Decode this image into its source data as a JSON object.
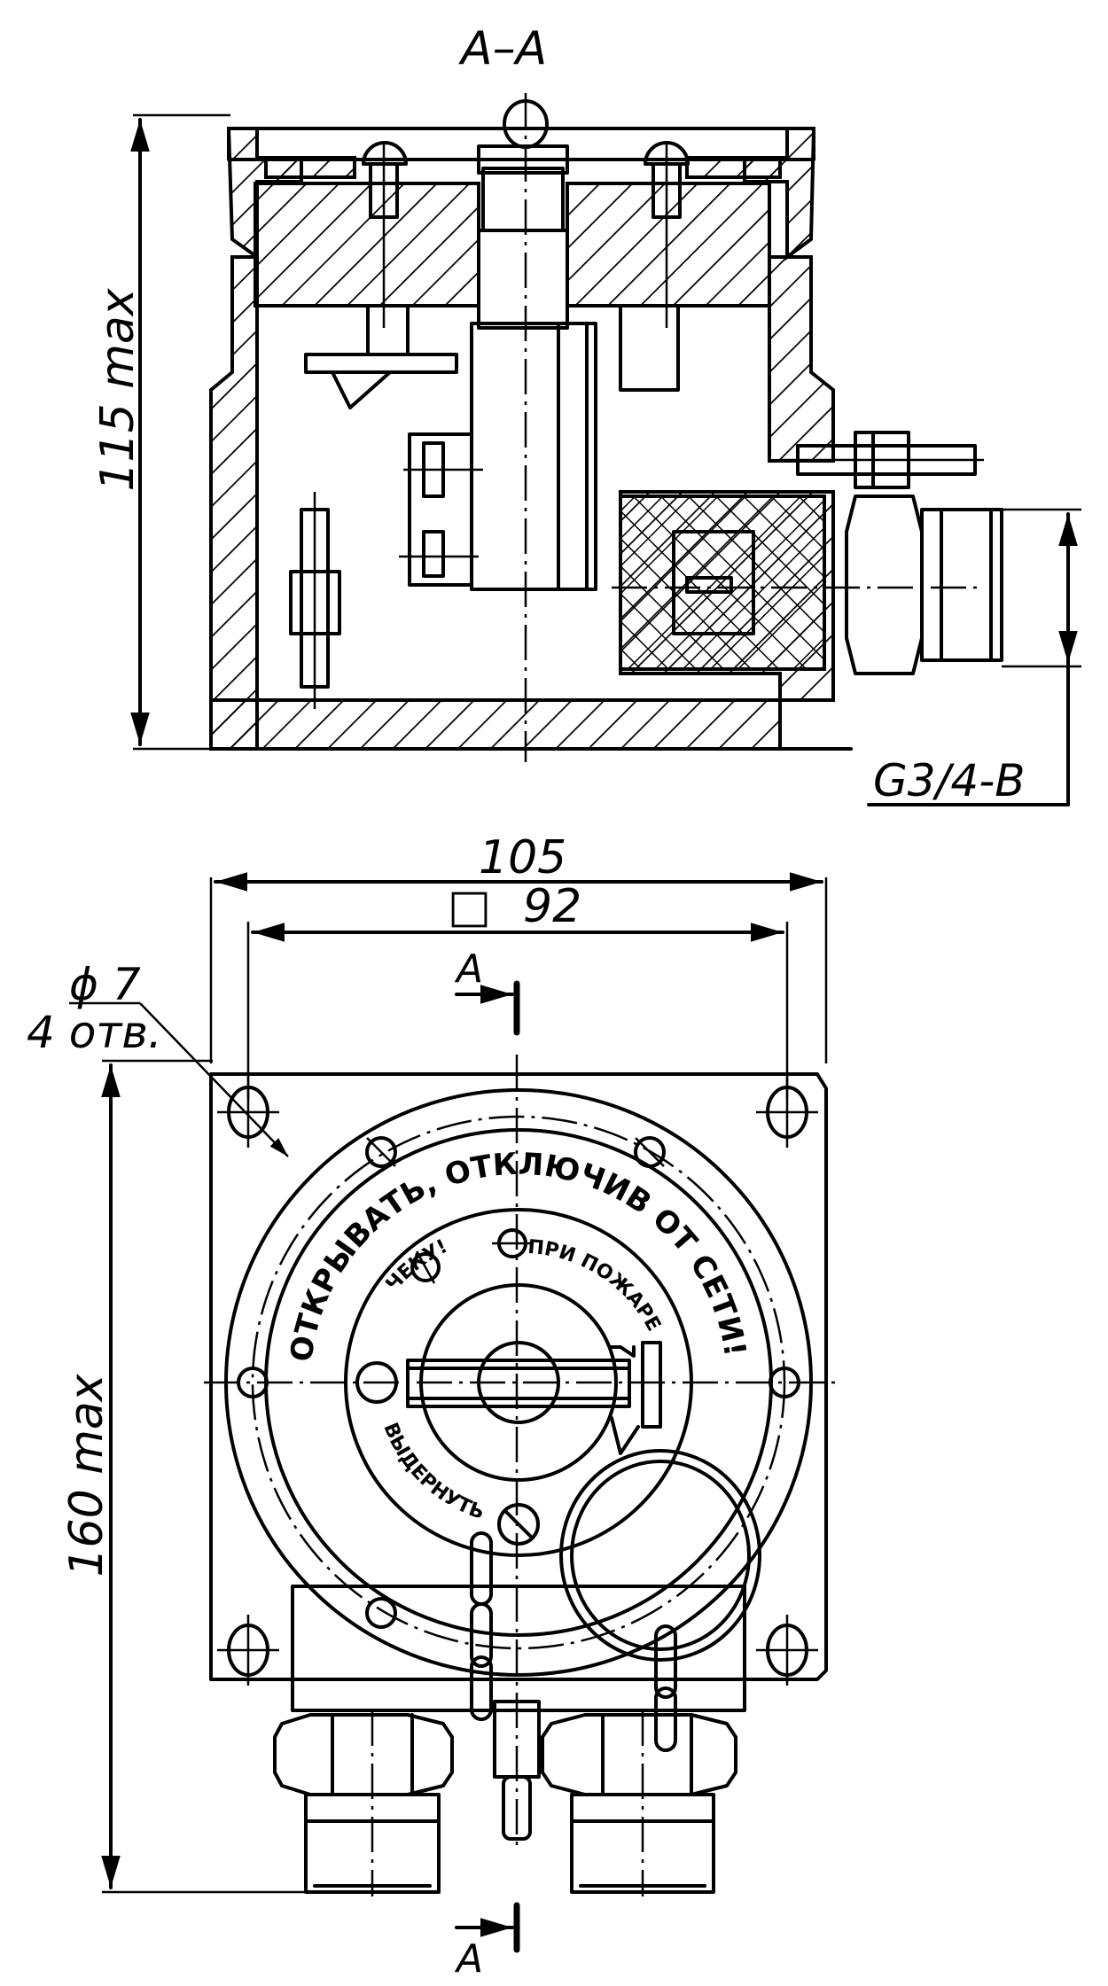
{
  "drawing": {
    "section_title": "A–A",
    "section_marker_label": "A",
    "dimensions": {
      "height_section": "115 max",
      "thread": "G3/4-B",
      "width_overall": "105",
      "width_square_symbol": "□",
      "width_square": "92",
      "hole_diameter": "ϕ 7",
      "hole_count": "4 отв.",
      "height_plan": "160 max"
    },
    "cover_text": {
      "outer": "ОТКРЫВАТЬ, ОТКЛЮЧИВ ОТ СЕТИ!",
      "inner_top": "ПРИ ПОЖАРЕ",
      "inner_left": "ЧЕКУ!",
      "inner_bottom": "ВЫДЕРНУТЬ"
    }
  }
}
